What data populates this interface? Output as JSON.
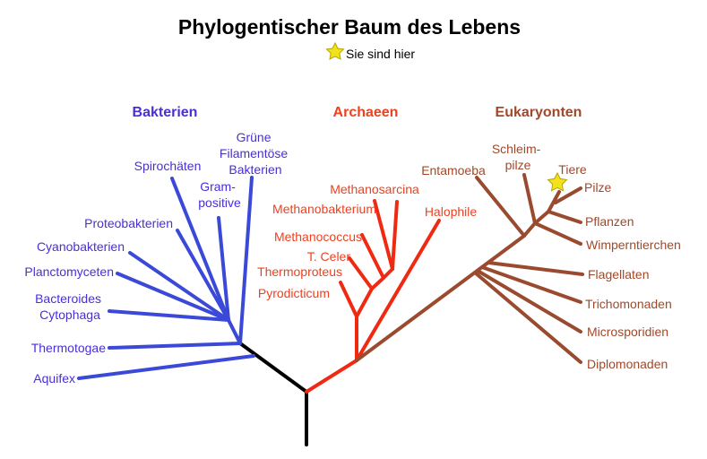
{
  "title": "Phylogentischer Baum des Lebens",
  "legend": {
    "marker_label": "Sie sind hier"
  },
  "colors": {
    "bacteria": "#3a49d8",
    "archaea": "#f02a12",
    "eukaryotes": "#9a4a2e",
    "root": "#000000",
    "star": "#f2e21c"
  },
  "groups": {
    "bacteria": {
      "label": "Bakterien",
      "leaves": [
        {
          "lines": [
            "Grüne",
            "Filamentöse",
            "Bakterien"
          ]
        },
        {
          "lines": [
            "Spirochäten"
          ]
        },
        {
          "lines": [
            "Gram-",
            "positive"
          ]
        },
        {
          "lines": [
            "Proteobakterien"
          ]
        },
        {
          "lines": [
            "Cyanobakterien"
          ]
        },
        {
          "lines": [
            "Planctomyceten"
          ]
        },
        {
          "lines": [
            "Bacteroides",
            "Cytophaga"
          ]
        },
        {
          "lines": [
            "Thermotogae"
          ]
        },
        {
          "lines": [
            "Aquifex"
          ]
        }
      ]
    },
    "archaea": {
      "label": "Archaeen",
      "leaves": [
        {
          "lines": [
            "Methanosarcina"
          ]
        },
        {
          "lines": [
            "Methanobakterium"
          ]
        },
        {
          "lines": [
            "Halophile"
          ]
        },
        {
          "lines": [
            "Methanococcus"
          ]
        },
        {
          "lines": [
            "T. Celer"
          ]
        },
        {
          "lines": [
            "Thermoproteus"
          ]
        },
        {
          "lines": [
            "Pyrodicticum"
          ]
        }
      ]
    },
    "eukaryotes": {
      "label": "Eukaryonten",
      "leaves": [
        {
          "lines": [
            "Schleim-",
            "pilze"
          ]
        },
        {
          "lines": [
            "Entamoeba"
          ]
        },
        {
          "lines": [
            "Tiere"
          ]
        },
        {
          "lines": [
            "Pilze"
          ]
        },
        {
          "lines": [
            "Pflanzen"
          ]
        },
        {
          "lines": [
            "Wimperntierchen"
          ]
        },
        {
          "lines": [
            "Flagellaten"
          ]
        },
        {
          "lines": [
            "Trichomonaden"
          ]
        },
        {
          "lines": [
            "Microsporidien"
          ]
        },
        {
          "lines": [
            "Diplomonaden"
          ]
        }
      ]
    }
  }
}
